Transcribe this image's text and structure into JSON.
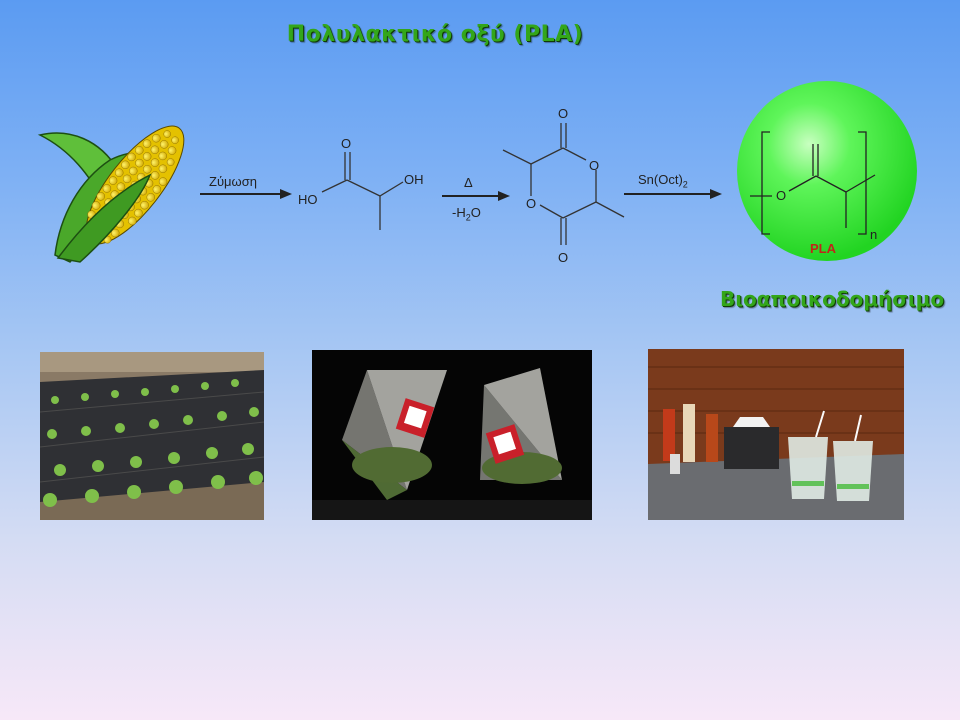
{
  "title": "Πολυλακτικό οξύ (PLA)",
  "biodegradable_label": "Βιοαποικοδομήσιμο",
  "reaction": {
    "step1_label": "Ζύμωση",
    "lactic_acid": {
      "atom_o": "O",
      "atom_oh": "OH",
      "atom_ho": "HO"
    },
    "step2_label_top": "Δ",
    "step2_label_bottom_prefix": "-H",
    "step2_label_bottom_sub": "2",
    "step2_label_bottom_suffix": "O",
    "lactide": {
      "atom_o_top": "O",
      "atom_o_right": "O",
      "atom_o_left": "O",
      "atom_o_bottom": "O"
    },
    "step3_label_prefix": "Sn(Oct)",
    "step3_label_sub": "2",
    "polymer": {
      "atom_o": "O",
      "repeat": "n",
      "name": "PLA"
    }
  },
  "colors": {
    "title_green": "#33a61a",
    "pla_red": "#c0261a",
    "sphere_green": "#3ef23e"
  },
  "icons": [
    "corn-icon",
    "photo-mulch-field",
    "photo-tea-bags",
    "photo-pla-cups"
  ]
}
